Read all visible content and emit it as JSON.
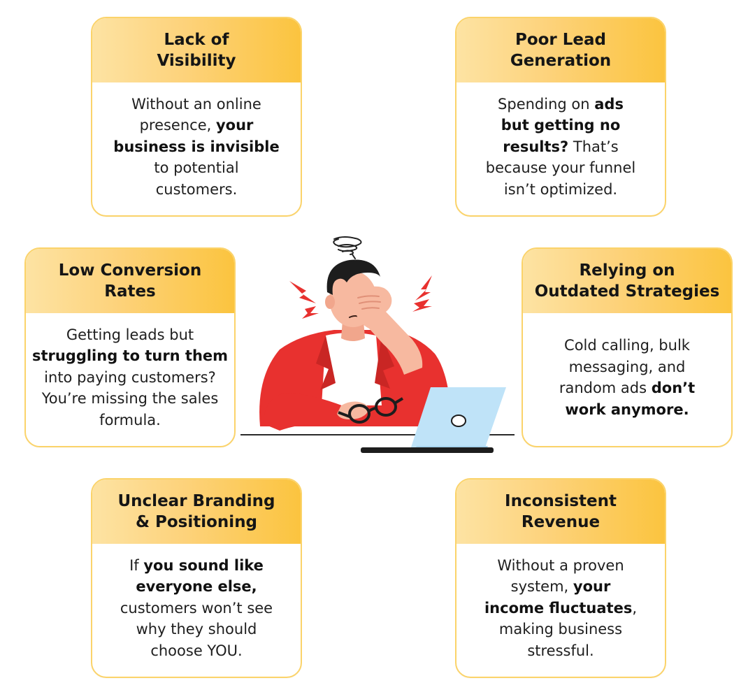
{
  "cards": [
    {
      "id": "lack-of-visibility",
      "title_lines": [
        "Lack of",
        "Visibility"
      ],
      "body_lines": [
        [
          {
            "t": "Without an online"
          }
        ],
        [
          {
            "t": "presence, "
          },
          {
            "t": "your",
            "b": true
          }
        ],
        [
          {
            "t": "business is invisible",
            "b": true
          }
        ],
        [
          {
            "t": "to potential"
          }
        ],
        [
          {
            "t": "customers."
          }
        ]
      ]
    },
    {
      "id": "poor-lead-generation",
      "title_lines": [
        "Poor Lead",
        "Generation"
      ],
      "body_lines": [
        [
          {
            "t": "Spending on "
          },
          {
            "t": "ads",
            "b": true
          }
        ],
        [
          {
            "t": "but getting no",
            "b": true
          }
        ],
        [
          {
            "t": "results?",
            "b": true
          },
          {
            "t": " That’s"
          }
        ],
        [
          {
            "t": "because your funnel"
          }
        ],
        [
          {
            "t": "isn’t optimized."
          }
        ]
      ]
    },
    {
      "id": "low-conversion-rates",
      "title_lines": [
        "Low Conversion",
        "Rates"
      ],
      "body_lines": [
        [
          {
            "t": "Getting leads but"
          }
        ],
        [
          {
            "t": "struggling to turn them",
            "b": true
          }
        ],
        [
          {
            "t": "into paying customers?"
          }
        ],
        [
          {
            "t": "You’re missing the sales"
          }
        ],
        [
          {
            "t": "formula."
          }
        ]
      ]
    },
    {
      "id": "relying-on-outdated-strategies",
      "title_lines": [
        "Relying on",
        "Outdated Strategies"
      ],
      "body_lines": [
        [
          {
            "t": "Cold calling, bulk"
          }
        ],
        [
          {
            "t": "messaging, and"
          }
        ],
        [
          {
            "t": "random ads "
          },
          {
            "t": "don’t",
            "b": true
          }
        ],
        [
          {
            "t": "work anymore.",
            "b": true
          }
        ]
      ]
    },
    {
      "id": "unclear-branding-positioning",
      "title_lines": [
        "Unclear Branding",
        "& Positioning"
      ],
      "body_lines": [
        [
          {
            "t": "If "
          },
          {
            "t": "you sound like",
            "b": true
          }
        ],
        [
          {
            "t": "everyone else,",
            "b": true
          }
        ],
        [
          {
            "t": "customers won’t see"
          }
        ],
        [
          {
            "t": "why they should"
          }
        ],
        [
          {
            "t": "choose YOU."
          }
        ]
      ]
    },
    {
      "id": "inconsistent-revenue",
      "title_lines": [
        "Inconsistent",
        "Revenue"
      ],
      "body_lines": [
        [
          {
            "t": "Without a proven"
          }
        ],
        [
          {
            "t": "system, "
          },
          {
            "t": "your",
            "b": true
          }
        ],
        [
          {
            "t": "income fluctuates",
            "b": true
          },
          {
            "t": ","
          }
        ],
        [
          {
            "t": "making business"
          }
        ],
        [
          {
            "t": "stressful."
          }
        ]
      ]
    }
  ],
  "colors": {
    "card_border": "#fbd36a",
    "header_gradient_start": "#fde3a3",
    "header_gradient_end": "#fbc43f",
    "jacket": "#e8312f",
    "laptop": "#bfe3f8",
    "skin": "#f7b9a0",
    "hair": "#1d1d1d",
    "stress_mark": "#e8312f"
  },
  "illustration": {
    "subject": "stressed-person-at-laptop"
  }
}
